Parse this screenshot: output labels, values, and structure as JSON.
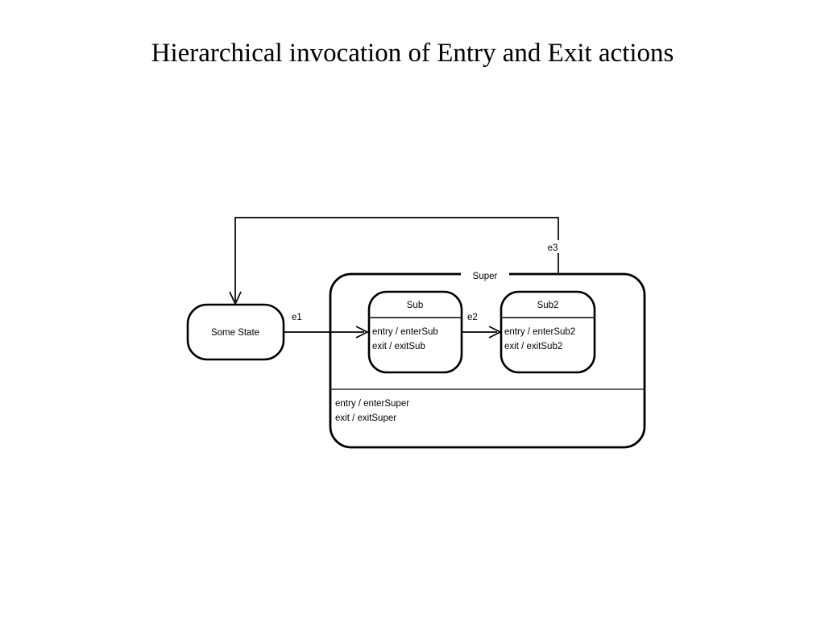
{
  "slide": {
    "title": "Hierarchical invocation of Entry and Exit actions",
    "background_color": "#ffffff",
    "line_color": "#000000"
  },
  "diagram": {
    "type": "uml-statechart",
    "states": [
      {
        "id": "some-state",
        "name": "Some State",
        "kind": "simple",
        "actions": []
      },
      {
        "id": "super",
        "name": "Super",
        "kind": "composite",
        "actions": [
          "entry / enterSuper",
          "exit / exitSuper"
        ],
        "entry_action": "entry / enterSuper",
        "exit_action": "exit / exitSuper"
      },
      {
        "id": "sub",
        "name": "Sub",
        "kind": "simple",
        "parent": "super",
        "actions": [
          "entry / enterSub",
          "exit / exitSub"
        ],
        "entry_action": "entry / enterSub",
        "exit_action": "exit / exitSub"
      },
      {
        "id": "sub2",
        "name": "Sub2",
        "kind": "simple",
        "parent": "super",
        "actions": [
          "entry / enterSub2",
          "exit / exitSub2"
        ],
        "entry_action": "entry / enterSub2",
        "exit_action": "exit / exitSub2"
      }
    ],
    "transitions": [
      {
        "id": "t-e1",
        "label": "e1",
        "from": "some-state",
        "to": "sub"
      },
      {
        "id": "t-e2",
        "label": "e2",
        "from": "sub",
        "to": "sub2"
      },
      {
        "id": "t-e3",
        "label": "e3",
        "from": "super",
        "to": "some-state"
      }
    ]
  }
}
